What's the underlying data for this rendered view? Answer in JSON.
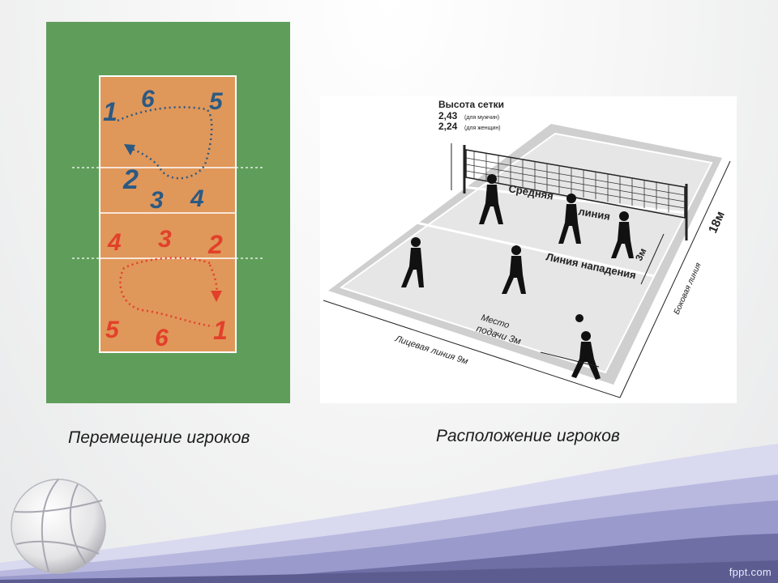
{
  "left_diagram": {
    "team_top": [
      "1",
      "6",
      "5",
      "2",
      "3",
      "4"
    ],
    "team_bottom": [
      "4",
      "3",
      "2",
      "5",
      "6",
      "1"
    ],
    "colors": {
      "field": "#5f9e5a",
      "court": "#e0975a",
      "team_top": "#2a5a84",
      "team_bottom": "#e2402a"
    }
  },
  "right_diagram": {
    "net_height_title": "Высота сетки",
    "net_height_men": "2,43",
    "men_note": "(для мужчин)",
    "net_height_women": "2,24",
    "women_note": "(для женщин)",
    "middle_line": [
      "Средняя",
      "линия"
    ],
    "attack_line": "Линия нападения",
    "attack_depth": "3м",
    "side_line": "Боковая линия",
    "side_length": "18м",
    "serve_place": [
      "Место",
      "подачи 3м"
    ],
    "end_line": "Лицевая линия 9м"
  },
  "captions": {
    "left": "Перемещение игроков",
    "right": "Расположение игроков"
  },
  "watermark": "fppt.com"
}
